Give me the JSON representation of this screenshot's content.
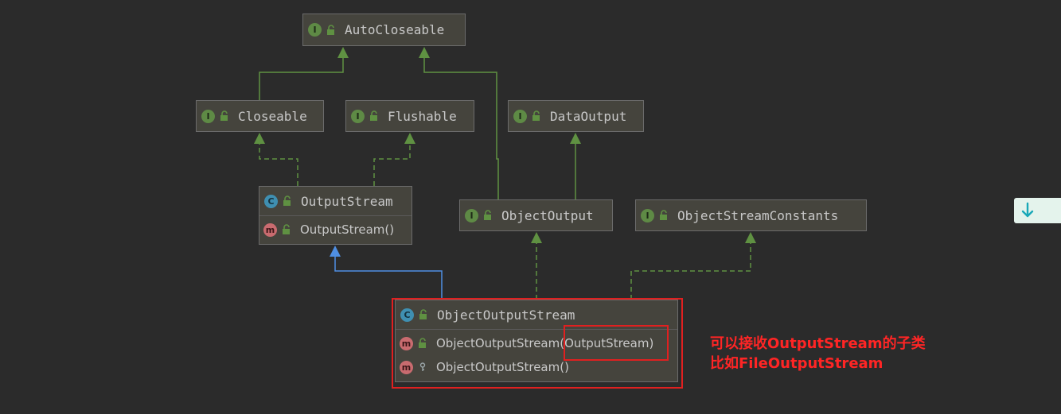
{
  "nodes": {
    "autocloseable": {
      "kind": "I",
      "name": "AutoCloseable"
    },
    "closeable": {
      "kind": "I",
      "name": "Closeable"
    },
    "flushable": {
      "kind": "I",
      "name": "Flushable"
    },
    "dataoutput": {
      "kind": "I",
      "name": "DataOutput"
    },
    "outputstream": {
      "kind": "C",
      "name": "OutputStream",
      "members": [
        {
          "kind": "m",
          "label": "OutputStream()"
        }
      ]
    },
    "objectoutput": {
      "kind": "I",
      "name": "ObjectOutput"
    },
    "objectstreamconstants": {
      "kind": "I",
      "name": "ObjectStreamConstants"
    },
    "objectoutputstream": {
      "kind": "C",
      "name": "ObjectOutputStream",
      "members": [
        {
          "kind": "m",
          "label": "ObjectOutputStream(OutputStream)"
        },
        {
          "kind": "m",
          "label": "ObjectOutputStream()"
        }
      ]
    }
  },
  "annotation": {
    "line1": "可以接收OutputStream的子类",
    "line2": "比如FileOutputStream"
  },
  "colors": {
    "background": "#2b2b2b",
    "node_fill": "#45443d",
    "interface_edge": "#5f9142",
    "extends_edge": "#4f8fe3",
    "annotation": "#ff2525"
  },
  "icons": {
    "interface": "interface-icon",
    "class": "class-icon",
    "method": "method-icon",
    "public": "unlock-icon",
    "private": "key-icon",
    "scroll": "arrow-down-icon"
  }
}
